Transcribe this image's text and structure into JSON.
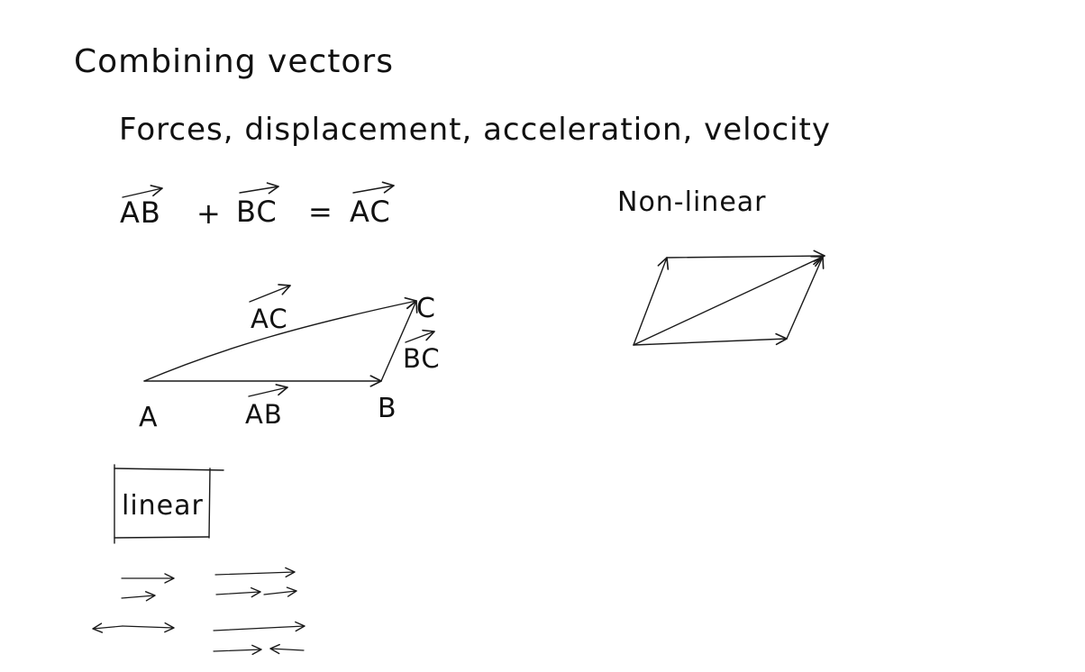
{
  "title": "Combining vectors",
  "subtitle": "Forces, displacement, acceleration, velocity",
  "equation": {
    "term1": "AB",
    "plus": "+",
    "term2": "BC",
    "equals": "=",
    "result": "AC"
  },
  "triangle": {
    "point_a": "A",
    "point_b": "B",
    "point_c": "C",
    "label_ab": "AB",
    "label_bc": "BC",
    "label_ac": "AC"
  },
  "non_linear_label": "Non-linear",
  "linear_label": "linear"
}
